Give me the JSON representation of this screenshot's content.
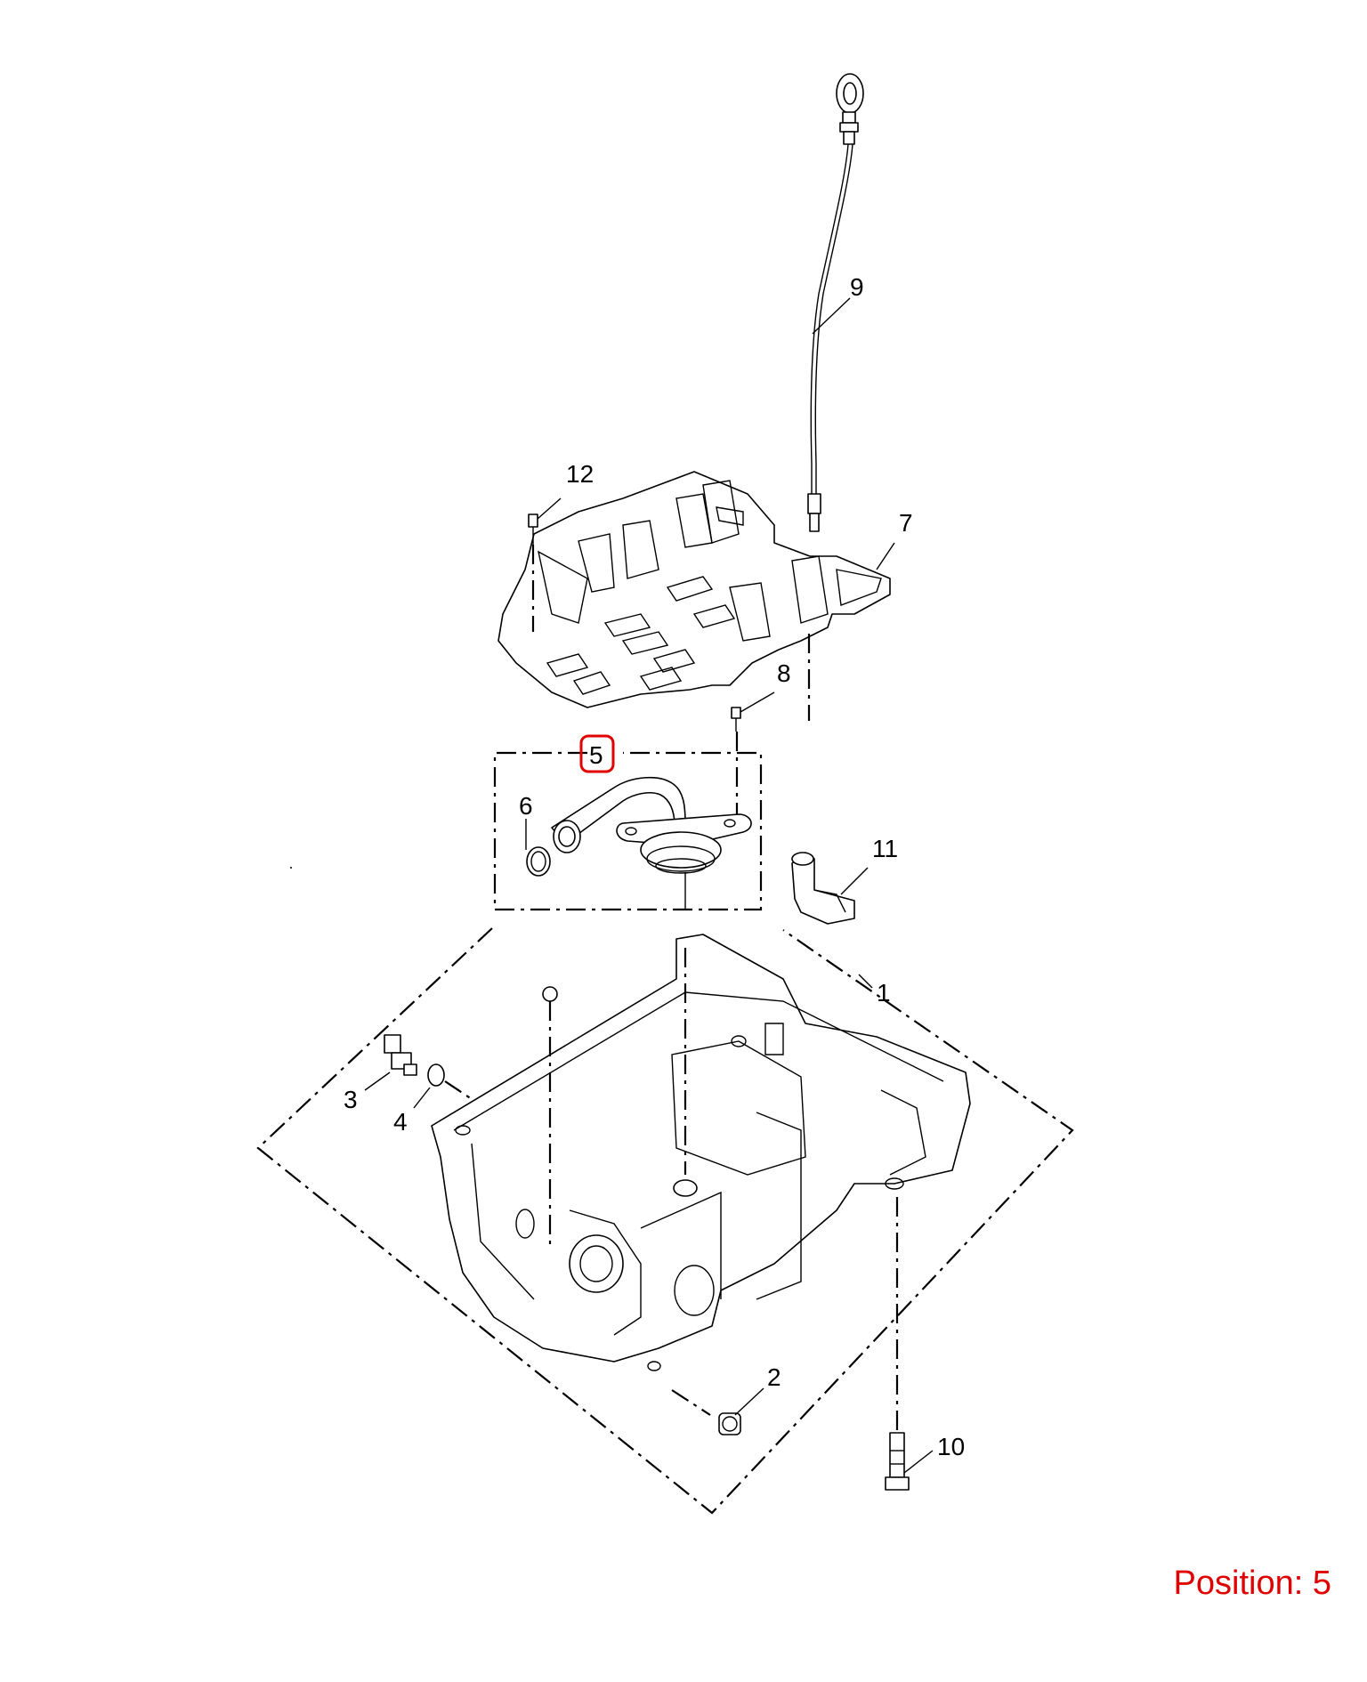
{
  "callouts": {
    "c1": "1",
    "c2": "2",
    "c3": "3",
    "c4": "4",
    "c5": "5",
    "c6": "6",
    "c7": "7",
    "c8": "8",
    "c9": "9",
    "c10": "10",
    "c11": "11",
    "c12": "12"
  },
  "position": {
    "label": "Position:",
    "value": "5",
    "text": "Position: 5"
  },
  "colors": {
    "highlight": "#e00000",
    "line": "#000000",
    "background": "#ffffff"
  },
  "highlighted_callout": "5"
}
